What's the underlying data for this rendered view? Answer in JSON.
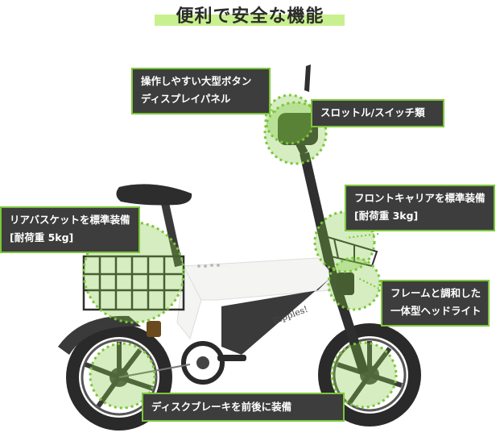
{
  "title": "便利で安全な機能",
  "brand": "Ripples!",
  "colors": {
    "accent": "#7cc63a",
    "highlight": "#c9f08f",
    "callout_bg": "#3d3d3d",
    "frame": "#f4f4f2",
    "tire": "#2a2a2a"
  },
  "callouts": {
    "display": {
      "line1": "操作しやすい大型ボタン",
      "line2": "ディスプレイパネル"
    },
    "throttle": {
      "line1": "スロットル/スイッチ類"
    },
    "front_carrier": {
      "line1": "フロントキャリアを標準装備",
      "line2": "[耐荷重 3kg]"
    },
    "rear_basket": {
      "line1": "リアバスケットを標準装備",
      "line2": "[耐荷重 5kg]"
    },
    "frame_light": {
      "line1": "フレームと調和した",
      "line2": "一体型ヘッドライト"
    },
    "disc_brake": {
      "line1": "ディスクブレーキを前後に装備"
    }
  }
}
